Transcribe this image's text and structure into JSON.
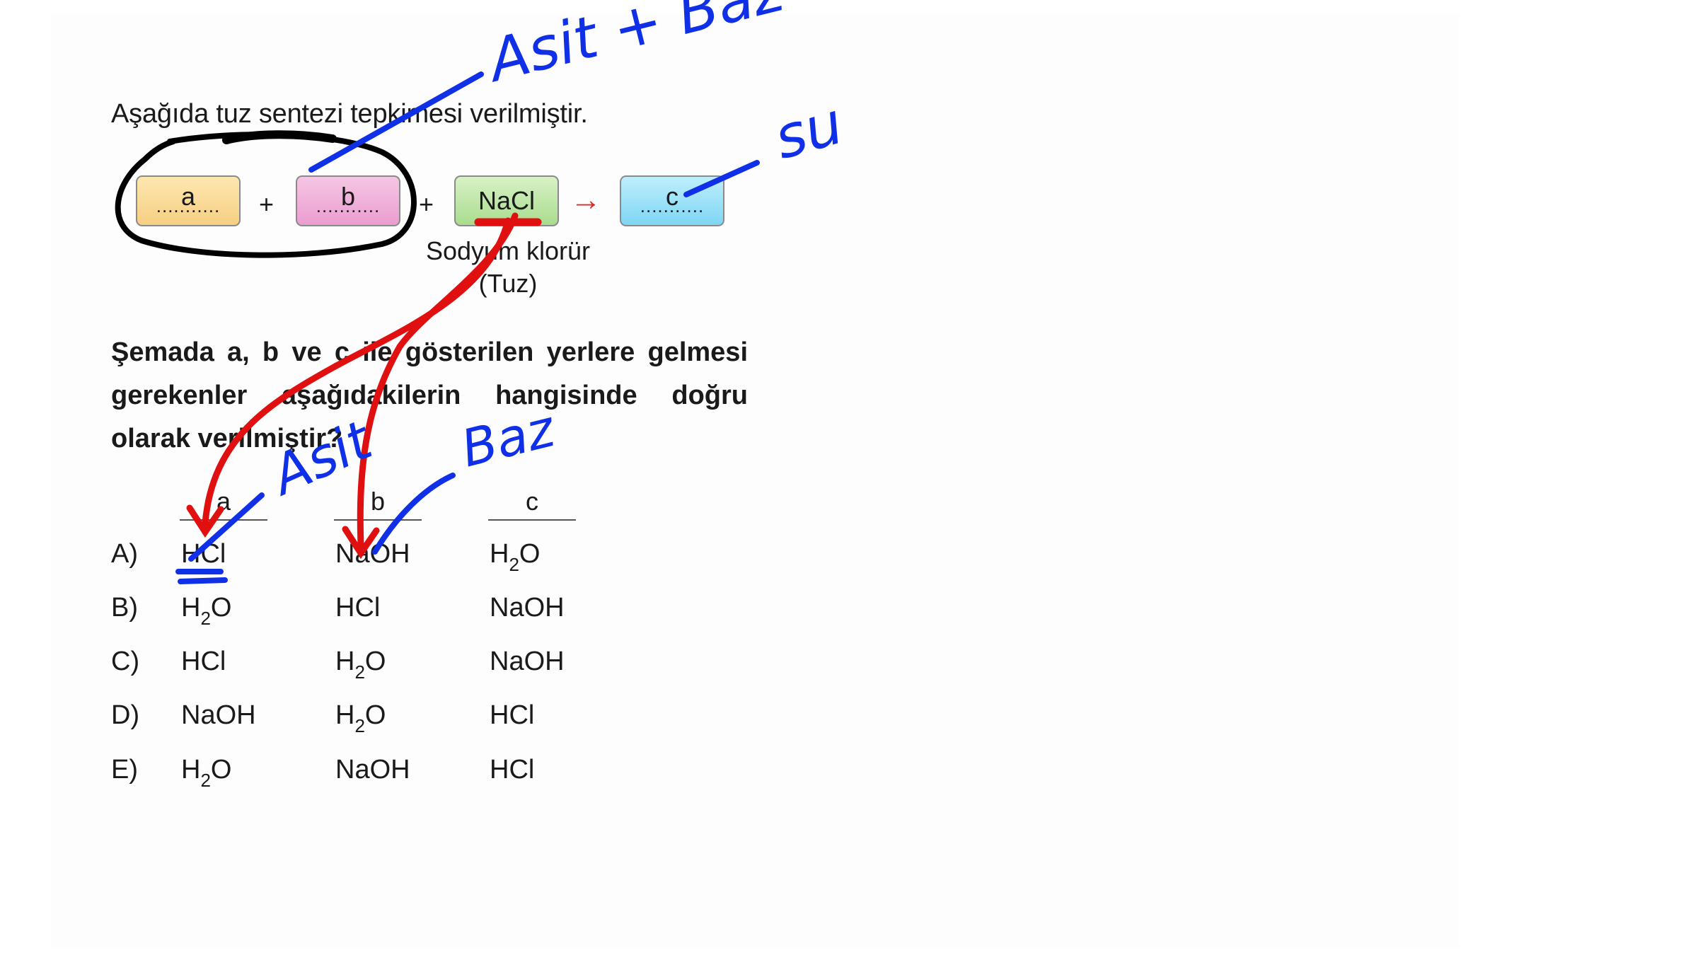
{
  "intro": "Aşağıda tuz sentezi tepkimesi verilmiştir.",
  "scheme": {
    "box_a": "a",
    "box_b": "b",
    "box_salt": "NaCl",
    "box_c": "c",
    "placeholder": "...........",
    "plus": "+",
    "arrow": "→",
    "salt_caption_line1": "Sodyum klorür",
    "salt_caption_line2": "(Tuz)"
  },
  "question": "Şemada a, b ve c ile gösterilen yerlere gelmesi gerekenler aşağıdakilerin hangisinde doğru olarak verilmiştir?",
  "table": {
    "headers": [
      "a",
      "b",
      "c"
    ],
    "rows": [
      {
        "letter": "A)",
        "cells": [
          {
            "t": "HCl"
          },
          {
            "t": "NaOH"
          },
          {
            "f": [
              "H",
              "2",
              "O"
            ]
          }
        ]
      },
      {
        "letter": "B)",
        "cells": [
          {
            "f": [
              "H",
              "2",
              "O"
            ]
          },
          {
            "t": "HCl"
          },
          {
            "t": "NaOH"
          }
        ]
      },
      {
        "letter": "C)",
        "cells": [
          {
            "t": "HCl"
          },
          {
            "f": [
              "H",
              "2",
              "O"
            ]
          },
          {
            "t": "NaOH"
          }
        ]
      },
      {
        "letter": "D)",
        "cells": [
          {
            "t": "NaOH"
          },
          {
            "f": [
              "H",
              "2",
              "O"
            ]
          },
          {
            "t": "HCl"
          }
        ]
      },
      {
        "letter": "E)",
        "cells": [
          {
            "f": [
              "H",
              "2",
              "O"
            ]
          },
          {
            "t": "NaOH"
          },
          {
            "t": "HCl"
          }
        ]
      }
    ]
  },
  "annotations": {
    "acid_base_top": "Asit + Baz",
    "water": "su",
    "acid": "Asit",
    "base": "Baz"
  },
  "colors": {
    "ink_blue": "#1030e8",
    "ink_red": "#e01010",
    "ink_black": "#000000"
  }
}
